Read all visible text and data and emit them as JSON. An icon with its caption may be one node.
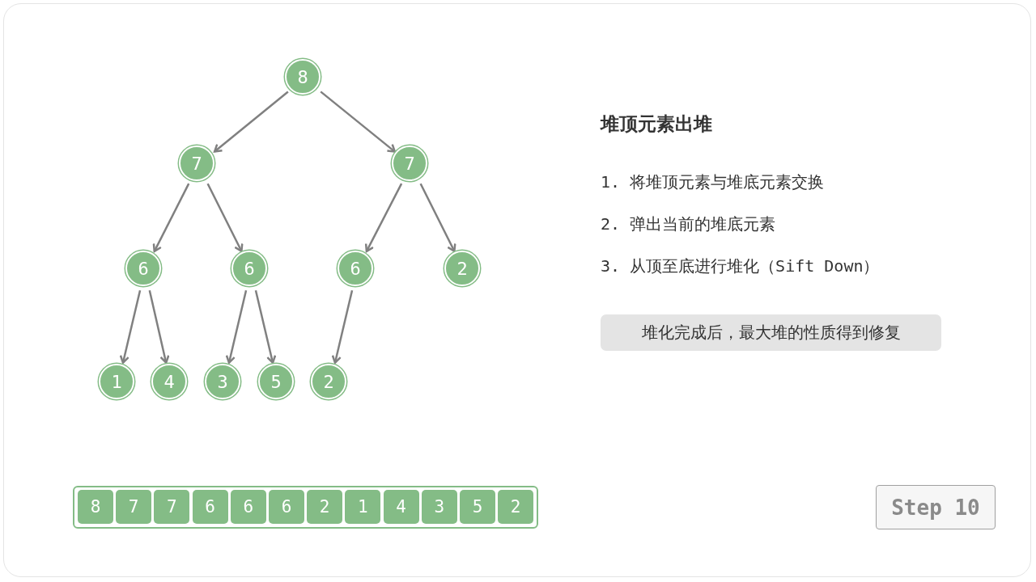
{
  "diagram": {
    "title": "堆顶元素出堆",
    "nodes": [
      {
        "text": [
          "8"
        ]
      },
      {
        "text": [
          "7"
        ]
      },
      {
        "text": [
          "7"
        ]
      },
      {
        "text": [
          "6"
        ]
      },
      {
        "text": [
          "6"
        ]
      },
      {
        "text": [
          "6"
        ]
      },
      {
        "text": [
          "2"
        ]
      },
      {
        "text": [
          "1"
        ]
      },
      {
        "text": [
          "4"
        ]
      },
      {
        "text": [
          "3"
        ]
      },
      {
        "text": [
          "5"
        ]
      },
      {
        "text": [
          "2"
        ]
      },
      {
        "text": [],
        "shape": "box"
      },
      {
        "text": [
          "8"
        ],
        "in": 12
      },
      {
        "text": [
          "7"
        ],
        "in": 12
      },
      {
        "text": [
          "7"
        ],
        "in": 12
      },
      {
        "text": [
          "6"
        ],
        "in": 12
      },
      {
        "text": [
          "6"
        ],
        "in": 12
      },
      {
        "text": [
          "6"
        ],
        "in": 12
      },
      {
        "text": [
          "2"
        ],
        "in": 12
      },
      {
        "text": [
          "1"
        ],
        "in": 12
      },
      {
        "text": [
          "4"
        ],
        "in": 12
      },
      {
        "text": [
          "3"
        ],
        "in": 12
      },
      {
        "text": [
          "5"
        ],
        "in": 12
      },
      {
        "text": [
          "2"
        ],
        "in": 12
      },
      {
        "text": [
          "堆化完成后，最大堆的性质得到修复"
        ]
      },
      {
        "text": [
          "Step 10"
        ]
      }
    ],
    "edges": [
      {
        "from": 0,
        "to": 1,
        "arrow": "to"
      },
      {
        "from": 0,
        "to": 2,
        "arrow": "to"
      },
      {
        "from": 1,
        "to": 3,
        "arrow": "to"
      },
      {
        "from": 1,
        "to": 4,
        "arrow": "to"
      },
      {
        "from": 2,
        "to": 5,
        "arrow": "to"
      },
      {
        "from": 2,
        "to": 6,
        "arrow": "to"
      },
      {
        "from": 3,
        "to": 7,
        "arrow": "to"
      },
      {
        "from": 3,
        "to": 8,
        "arrow": "to"
      },
      {
        "from": 4,
        "to": 9,
        "arrow": "to"
      },
      {
        "from": 4,
        "to": 10,
        "arrow": "to"
      },
      {
        "from": 5,
        "to": 11,
        "arrow": "to"
      }
    ],
    "labels": [
      "1. 将堆顶元素与堆底元素交换",
      "2. 弹出当前的堆底元素",
      "3. 从顶至底进行堆化（Sift Down）"
    ]
  }
}
